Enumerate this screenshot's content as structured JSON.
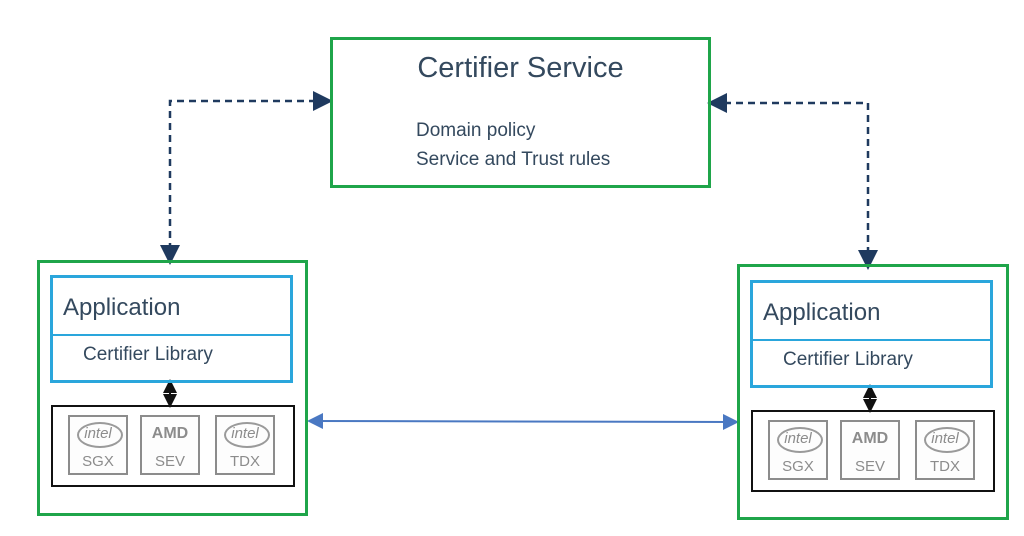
{
  "certifier_service": {
    "title": "Certifier Service",
    "lines": [
      "Domain policy",
      "Service and Trust rules"
    ]
  },
  "left_node": {
    "app_label": "Application",
    "library_label": "Certifier Library",
    "chips": [
      {
        "brand": "intel",
        "model": "SGX"
      },
      {
        "brand": "AMD",
        "model": "SEV"
      },
      {
        "brand": "intel",
        "model": "TDX"
      }
    ]
  },
  "right_node": {
    "app_label": "Application",
    "library_label": "Certifier Library",
    "chips": [
      {
        "brand": "intel",
        "model": "SGX"
      },
      {
        "brand": "AMD",
        "model": "SEV"
      },
      {
        "brand": "intel",
        "model": "TDX"
      }
    ]
  },
  "colors": {
    "node_border": "#1fa54a",
    "app_border": "#2aa6dc",
    "dashed_arrow": "#1f3a5f",
    "peer_arrow": "#4a78c2"
  }
}
